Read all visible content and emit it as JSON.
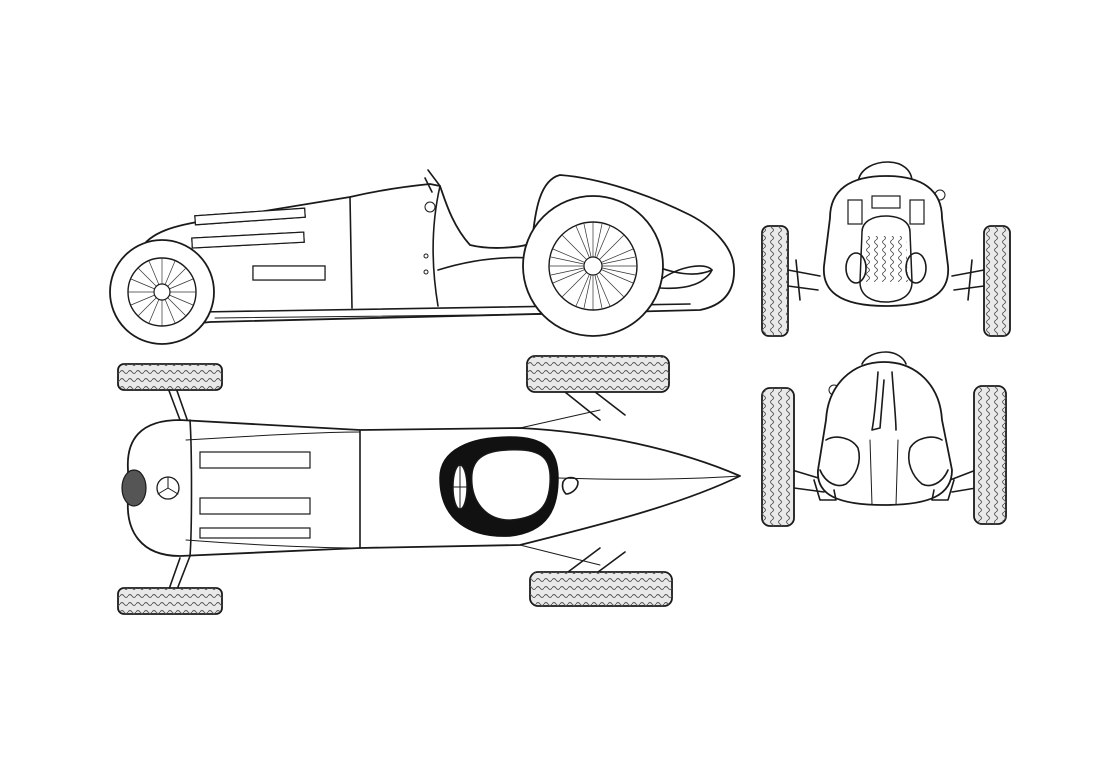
{
  "drawing": {
    "views": [
      "side",
      "top",
      "front",
      "rear"
    ],
    "colors": {
      "line": "#1a1a1a",
      "background": "#ffffff",
      "tire": "#e9e9e9",
      "cockpit": "#111111"
    }
  }
}
